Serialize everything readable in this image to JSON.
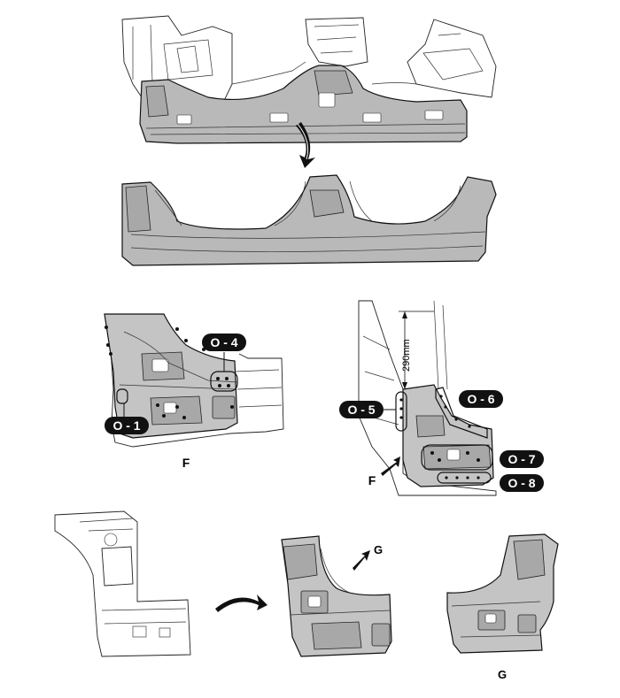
{
  "labels": {
    "o1": "O - 1",
    "o4": "O - 4",
    "o5": "O - 5",
    "o6": "O - 6",
    "o7": "O - 7",
    "o8": "O - 8"
  },
  "view_letters": {
    "f_caption": "F",
    "f_arrow": "F",
    "g_arrow": "G",
    "g_caption": "G"
  },
  "dimension": "290mm",
  "colors": {
    "panel": "#b9b9b9",
    "label_bg": "#111111",
    "label_text": "#ffffff"
  },
  "icons": [
    "flip-arrow-icon",
    "flip-arrow-icon",
    "view-direction-arrow-icon",
    "view-direction-arrow-icon"
  ]
}
